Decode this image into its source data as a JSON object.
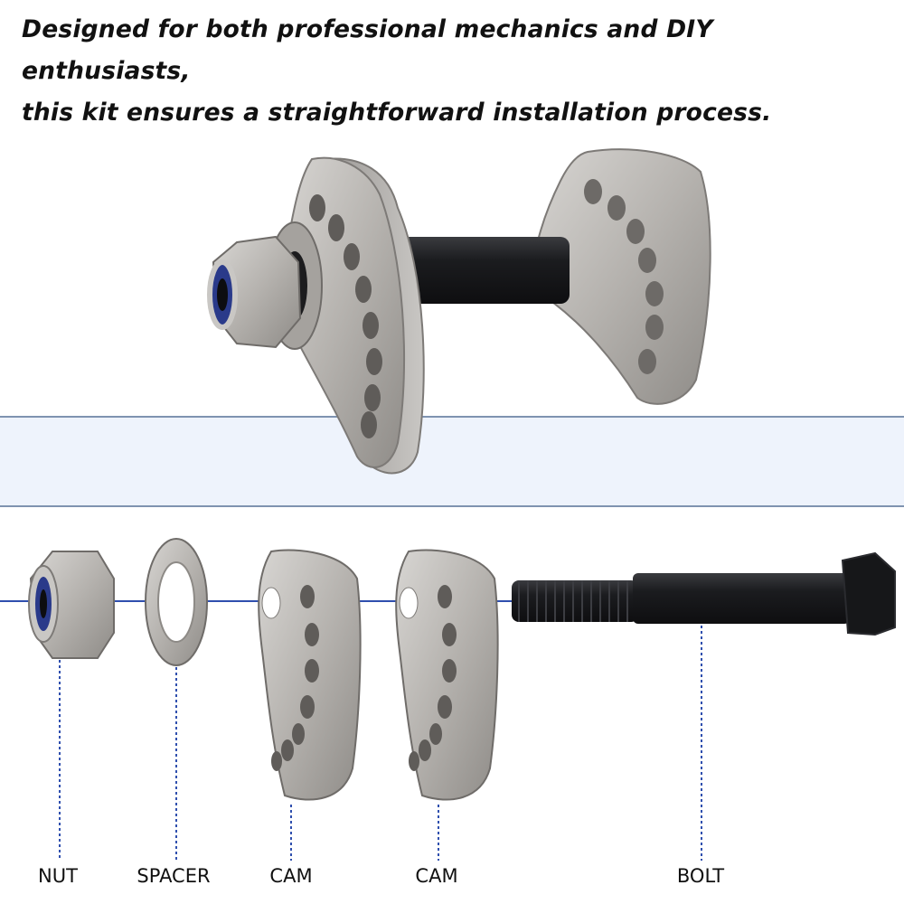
{
  "headline": {
    "line1": "Designed for both professional mechanics and DIY enthusiasts,",
    "line2": "this kit ensures a straightforward installation process."
  },
  "parts": [
    {
      "label": "NUT"
    },
    {
      "label": "SPACER"
    },
    {
      "label": "CAM"
    },
    {
      "label": "CAM"
    },
    {
      "label": "BOLT"
    }
  ],
  "colors": {
    "steel": "#b9b6b2",
    "steel_dark": "#8d8a86",
    "bolt": "#1e1f22",
    "nylon_insert": "#2a3a8a",
    "band_fill": "#eef3fc",
    "band_line": "#7f93b0",
    "axis_line": "#2f4fae"
  }
}
